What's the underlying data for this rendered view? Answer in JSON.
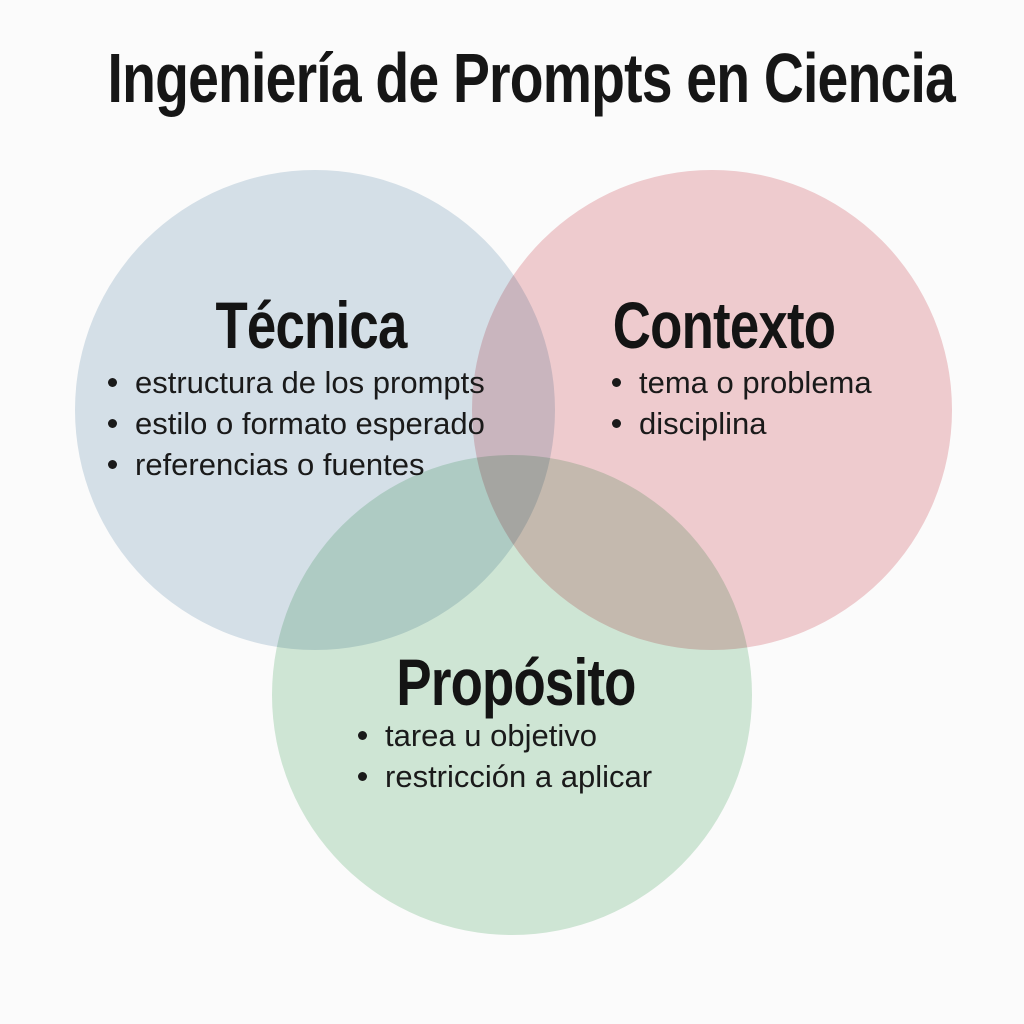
{
  "title": "Ingeniería de Prompts en Ciencia",
  "diagram": {
    "type": "venn",
    "blend_mode": "multiply",
    "background_color": "#fbfbfb",
    "text_color": "#141414",
    "circles": [
      {
        "id": "tecnica",
        "label": "Técnica",
        "color": "#d8e3eb",
        "items": [
          "estructura de los prompts",
          "estilo o formato esperado",
          "referencias o fuentes"
        ]
      },
      {
        "id": "contexto",
        "label": "Contexto",
        "color": "#f2cfd2",
        "items": [
          "tema o problema",
          "disciplina"
        ]
      },
      {
        "id": "proposito",
        "label": "Propósito",
        "color": "#d2e9d8",
        "items": [
          "tarea u objetivo",
          "restricción a aplicar"
        ]
      }
    ]
  }
}
